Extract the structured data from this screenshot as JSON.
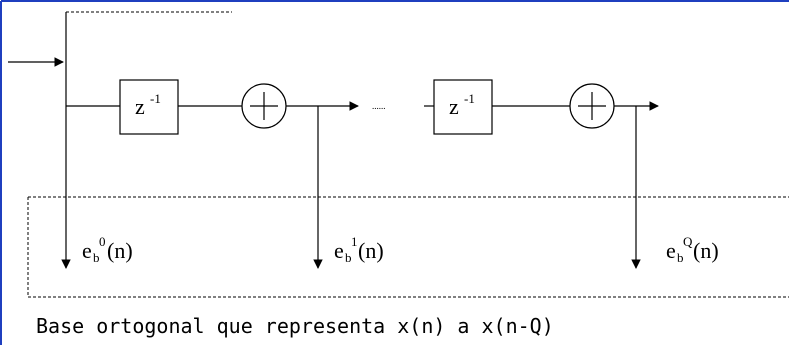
{
  "delay_label_base": "z",
  "delay_label_exp": "-1",
  "dots": "......",
  "outputs": [
    {
      "base": "e",
      "sub": "b",
      "sup": "0",
      "arg": "(n)"
    },
    {
      "base": "e",
      "sub": "b",
      "sup": "1",
      "arg": "(n)"
    },
    {
      "base": "e",
      "sub": "b",
      "sup": "Q",
      "arg": "(n)"
    }
  ],
  "caption": "Base ortogonal que representa x(n) a x(n-Q)"
}
